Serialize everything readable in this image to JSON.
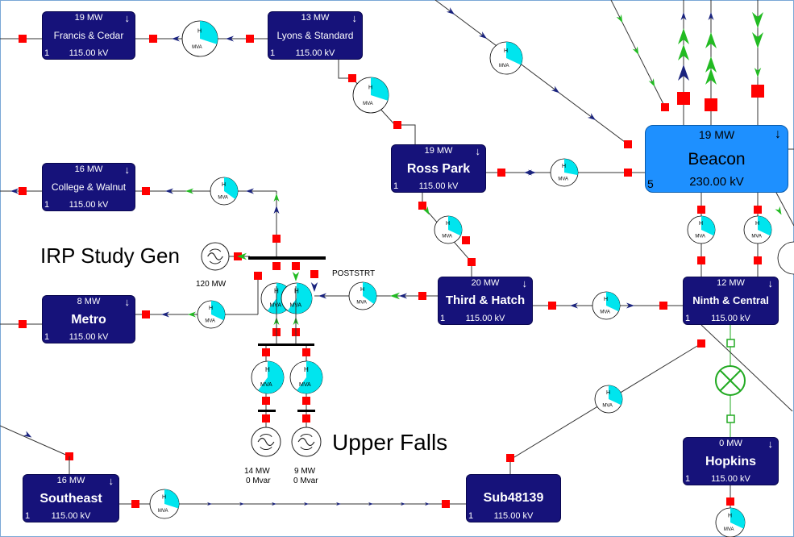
{
  "substations": {
    "francis": {
      "mw": "19 MW",
      "name": "Francis & Cedar",
      "num": "1",
      "kv": "115.00 kV"
    },
    "lyons": {
      "mw": "13 MW",
      "name": "Lyons & Standard",
      "num": "1",
      "kv": "115.00 kV"
    },
    "college": {
      "mw": "16 MW",
      "name": "College & Walnut",
      "num": "1",
      "kv": "115.00 kV"
    },
    "metro": {
      "mw": "8 MW",
      "name": "Metro",
      "num": "1",
      "kv": "115.00 kV"
    },
    "ross": {
      "mw": "19 MW",
      "name": "Ross Park",
      "num": "1",
      "kv": "115.00 kV"
    },
    "beacon": {
      "mw": "19 MW",
      "name": "Beacon",
      "num": "5",
      "kv": "230.00 kV"
    },
    "third": {
      "mw": "20 MW",
      "name": "Third & Hatch",
      "num": "1",
      "kv": "115.00 kV"
    },
    "ninth": {
      "mw": "12 MW",
      "name": "Ninth & Central",
      "num": "1",
      "kv": "115.00 kV"
    },
    "hopkins": {
      "mw": "0 MW",
      "name": "Hopkins",
      "num": "1",
      "kv": "115.00 kV"
    },
    "southeast": {
      "mw": "16 MW",
      "name": "Southeast",
      "num": "1",
      "kv": "115.00 kV"
    },
    "sub48139": {
      "mw": "",
      "name": "Sub48139",
      "num": "1",
      "kv": "115.00 kV"
    }
  },
  "labels": {
    "irp": "IRP Study Gen",
    "irp_mw": "120 MW",
    "upper_falls": "Upper Falls",
    "poststrt": "POSTSTRT",
    "gen1_mw": "14 MW",
    "gen1_mvar": "0 Mvar",
    "gen2_mw": "9 MW",
    "gen2_mvar": "0 Mvar"
  },
  "gauge": {
    "h": "H",
    "unit": "MVA"
  },
  "colors": {
    "line": "#333333",
    "breaker": "#ff0000",
    "gauge": "#00e5ee",
    "sub_dark": "#16127a",
    "sub_bright": "#1e90ff",
    "arrow_green": "#22bb22",
    "arrow_blue": "#1a237e",
    "open_breaker": "#22aa22",
    "frame": "#7aa7d6"
  },
  "symbol_arrow": "↓"
}
